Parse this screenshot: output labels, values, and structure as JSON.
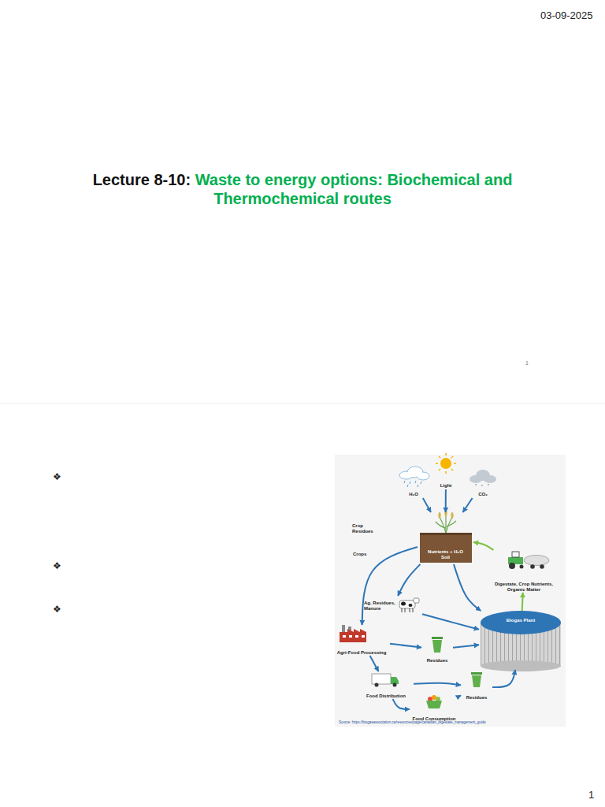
{
  "diagram": {
    "nodes": [
      {
        "text": [
          "H₂O"
        ]
      },
      {
        "text": [
          "Light"
        ]
      },
      {
        "text": [
          "CO₂"
        ]
      },
      {
        "text": [
          "Nutrients + H₂O",
          "Soil"
        ]
      },
      {
        "text": [
          "Digestate, Crop Nutrients, Organic Matter"
        ]
      },
      {
        "text": [
          "Ag. Residues, Manure"
        ]
      },
      {
        "text": [
          "Biogas Plant"
        ]
      },
      {
        "text": [
          "Agri-Food Processing"
        ]
      },
      {
        "text": [
          "Residues"
        ]
      },
      {
        "text": [
          "Food Distribution"
        ]
      },
      {
        "text": [
          "Residues"
        ]
      },
      {
        "text": [
          "Food Consumption"
        ]
      }
    ],
    "edges": [
      {
        "from": 0,
        "to": 3,
        "arrow": "to"
      },
      {
        "from": 1,
        "to": 3,
        "arrow": "to"
      },
      {
        "from": 2,
        "to": 3,
        "arrow": "to"
      },
      {
        "from": 3,
        "to": 7,
        "label": "Crops",
        "arrow": "to"
      },
      {
        "from": 3,
        "to": 6,
        "label": "Crop Residues",
        "arrow": "to"
      },
      {
        "from": 3,
        "to": 5,
        "arrow": "to"
      },
      {
        "from": 5,
        "to": 6,
        "arrow": "to"
      },
      {
        "from": 7,
        "to": 8,
        "arrow": "to"
      },
      {
        "from": 8,
        "to": 6,
        "arrow": "to"
      },
      {
        "from": 7,
        "to": 9,
        "arrow": "to"
      },
      {
        "from": 9,
        "to": 10,
        "arrow": "to"
      },
      {
        "from": 11,
        "to": 10,
        "arrow": "to"
      },
      {
        "from": 10,
        "to": 6,
        "arrow": "to"
      },
      {
        "from": 9,
        "to": 11,
        "arrow": "to"
      },
      {
        "from": 6,
        "to": 4,
        "arrow": "to"
      },
      {
        "from": 4,
        "to": 3,
        "arrow": "to"
      }
    ],
    "labels": [
      "03-09-2025",
      "Lecture 8-10:",
      "Waste to energy options: Biochemical and Thermochemical routes",
      "1",
      "❖",
      "❖",
      "❖",
      "Source: https://biogasassociation.ca/resources/page/canadian_digestate_management_guide",
      "1"
    ]
  }
}
